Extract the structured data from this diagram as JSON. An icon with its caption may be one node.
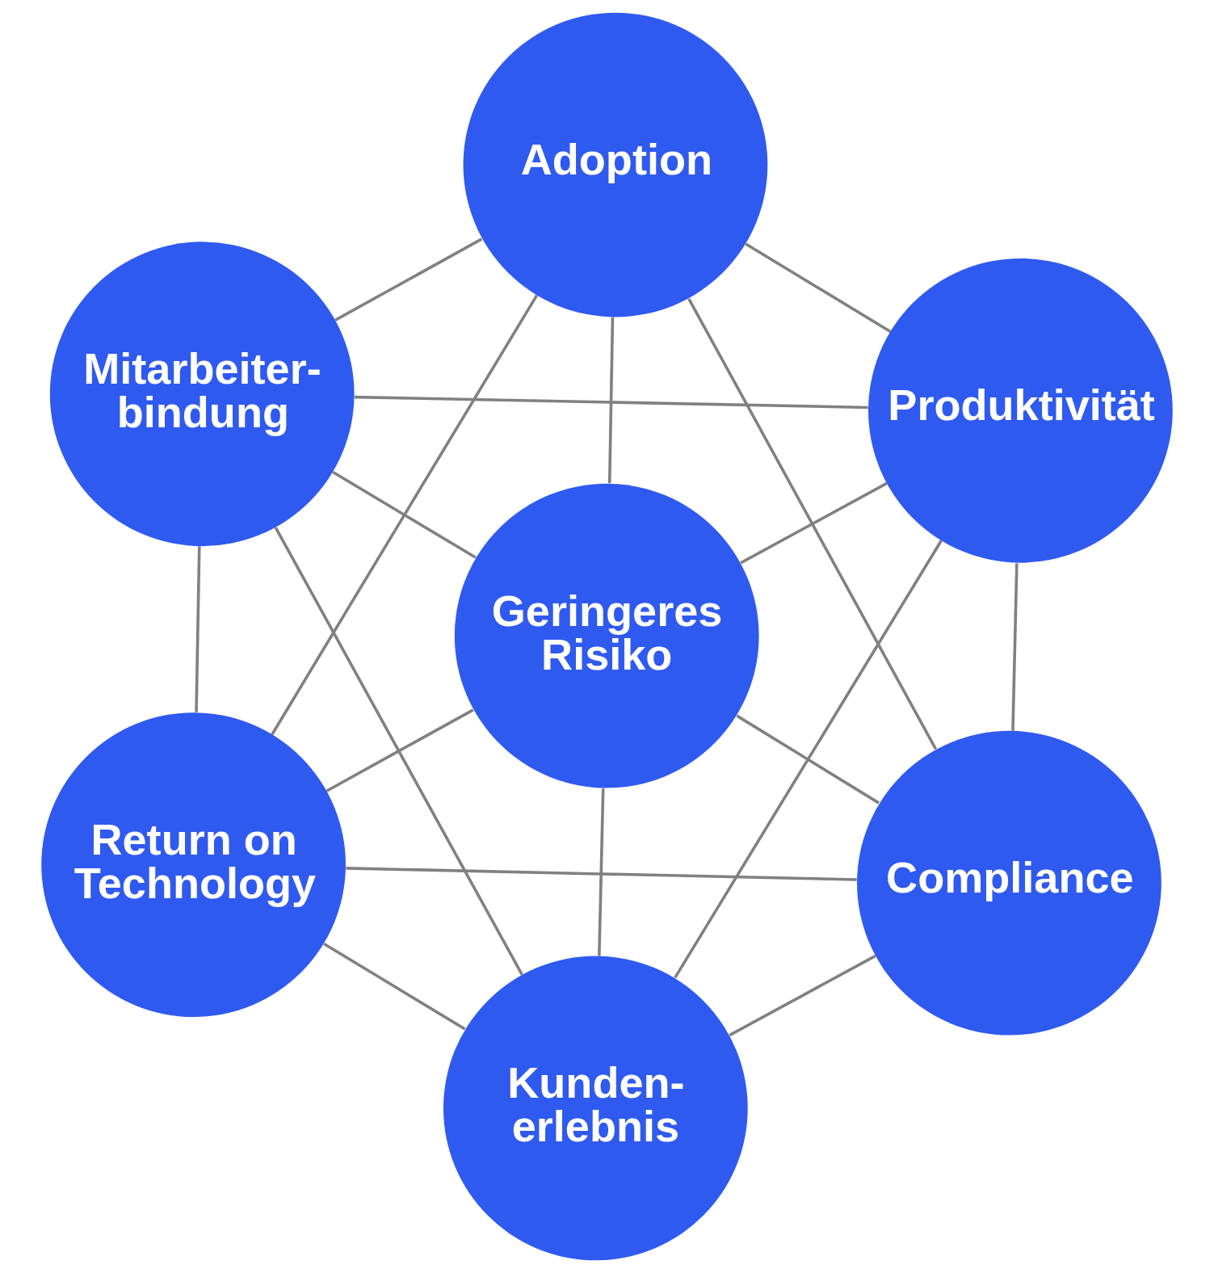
{
  "diagram": {
    "nodes": [
      {
        "text": [
          "Adoption"
        ]
      },
      {
        "text": [
          "Mitarbeiter- bindung"
        ]
      },
      {
        "text": [
          "Produktivität"
        ]
      },
      {
        "text": [
          "Geringeres Risiko"
        ]
      },
      {
        "text": [
          "Return on Technology"
        ]
      },
      {
        "text": [
          "Compliance"
        ]
      },
      {
        "text": [
          "Kunden- erlebnis"
        ]
      }
    ],
    "edges": [
      {
        "from": 0,
        "to": 1,
        "arrow": "none"
      },
      {
        "from": 0,
        "to": 2,
        "arrow": "none"
      },
      {
        "from": 0,
        "to": 3,
        "arrow": "none"
      },
      {
        "from": 0,
        "to": 4,
        "arrow": "none"
      },
      {
        "from": 0,
        "to": 5,
        "arrow": "none"
      },
      {
        "from": 1,
        "to": 2,
        "arrow": "none"
      },
      {
        "from": 1,
        "to": 3,
        "arrow": "none"
      },
      {
        "from": 1,
        "to": 4,
        "arrow": "none"
      },
      {
        "from": 1,
        "to": 6,
        "arrow": "none"
      },
      {
        "from": 2,
        "to": 3,
        "arrow": "none"
      },
      {
        "from": 2,
        "to": 5,
        "arrow": "none"
      },
      {
        "from": 2,
        "to": 6,
        "arrow": "none"
      },
      {
        "from": 3,
        "to": 4,
        "arrow": "none"
      },
      {
        "from": 3,
        "to": 5,
        "arrow": "none"
      },
      {
        "from": 3,
        "to": 6,
        "arrow": "none"
      },
      {
        "from": 4,
        "to": 5,
        "arrow": "none"
      },
      {
        "from": 4,
        "to": 6,
        "arrow": "none"
      },
      {
        "from": 5,
        "to": 6,
        "arrow": "none"
      }
    ]
  }
}
